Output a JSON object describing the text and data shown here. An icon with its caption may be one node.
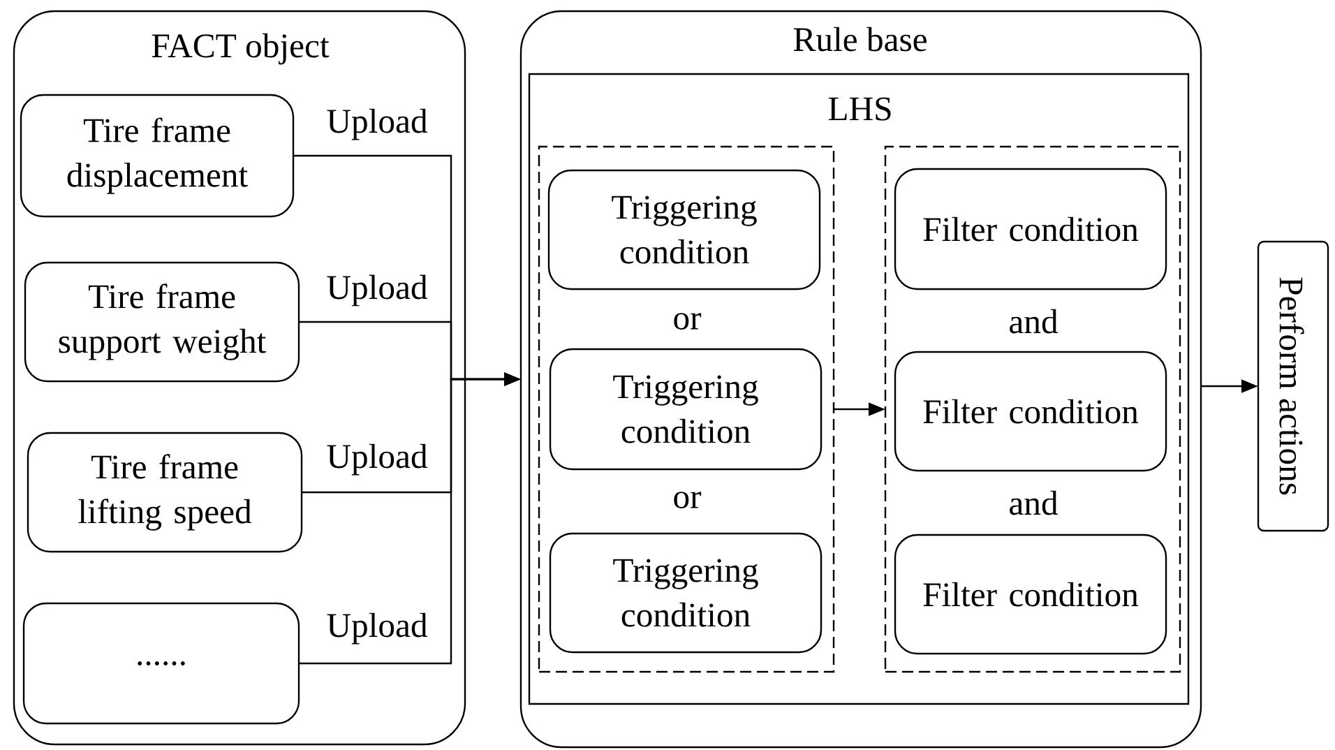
{
  "diagram": {
    "nodes": [
      {
        "text": [
          "FACT object"
        ]
      },
      {
        "text": [
          "Tire frame displacement"
        ],
        "in": 0
      },
      {
        "text": [
          "Tire frame support weight"
        ],
        "in": 0
      },
      {
        "text": [
          "Tire frame lifting speed"
        ],
        "in": 0
      },
      {
        "text": [
          "......"
        ],
        "in": 0
      },
      {
        "text": [
          "Rule base"
        ]
      },
      {
        "text": [
          "LHS"
        ],
        "in": 5
      },
      {
        "text": [],
        "shape": "box",
        "in": 6
      },
      {
        "text": [
          "Triggering condition"
        ],
        "in": 7
      },
      {
        "text": [
          "Triggering condition"
        ],
        "in": 7
      },
      {
        "text": [
          "Triggering condition"
        ],
        "in": 7
      },
      {
        "text": [],
        "shape": "box",
        "in": 6
      },
      {
        "text": [
          "Filter condition"
        ],
        "in": 11
      },
      {
        "text": [
          "Filter condition"
        ],
        "in": 11
      },
      {
        "text": [
          "Filter condition"
        ],
        "in": 11
      },
      {
        "text": [
          "Perform actions"
        ]
      }
    ],
    "edges": [
      {
        "from": 1,
        "to": 5,
        "arrow": "to",
        "label": "Upload"
      },
      {
        "from": 2,
        "to": 5,
        "arrow": "to",
        "label": "Upload"
      },
      {
        "from": 3,
        "to": 5,
        "arrow": "to",
        "label": "Upload"
      },
      {
        "from": 4,
        "to": 5,
        "arrow": "to",
        "label": "Upload"
      },
      {
        "from": 7,
        "to": 11,
        "arrow": "to"
      },
      {
        "from": 5,
        "to": 15,
        "arrow": "to"
      }
    ],
    "labels": [
      "or",
      "or",
      "and",
      "and"
    ]
  }
}
